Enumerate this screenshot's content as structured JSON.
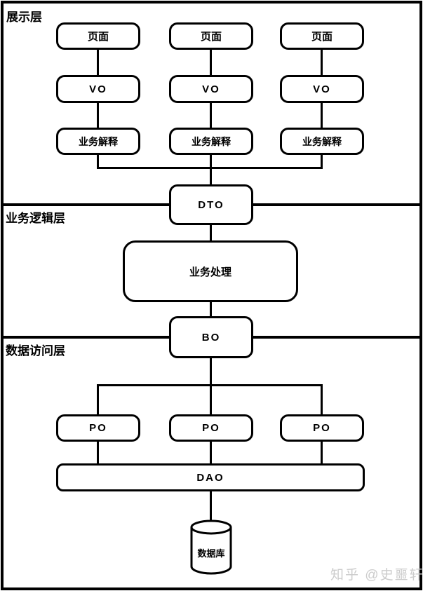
{
  "sections": {
    "presentation": {
      "label": "展示层"
    },
    "business_logic": {
      "label": "业务逻辑层"
    },
    "data_access": {
      "label": "数据访问层"
    }
  },
  "nodes": {
    "columns": [
      {
        "page": "页面",
        "vo": "VO",
        "interpret": "业务解释"
      },
      {
        "page": "页面",
        "vo": "VO",
        "interpret": "业务解释"
      },
      {
        "page": "页面",
        "vo": "VO",
        "interpret": "业务解释"
      }
    ],
    "dto": "DTO",
    "business_process": "业务处理",
    "bo": "BO",
    "po": [
      "PO",
      "PO",
      "PO"
    ],
    "dao": "DAO",
    "database": "数据库"
  },
  "watermark": {
    "text": "知乎 @史噩轩",
    "color": "#cccccc"
  },
  "colors": {
    "stroke": "#000000",
    "background": "#ffffff"
  }
}
